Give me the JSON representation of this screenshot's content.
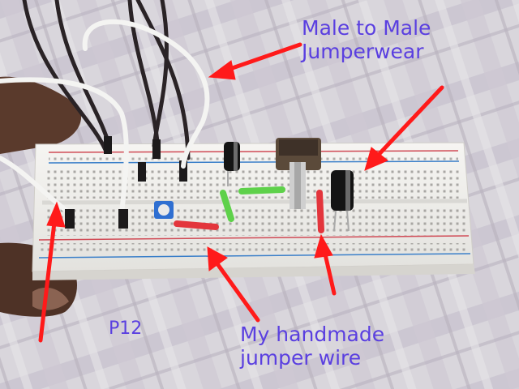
{
  "annotations": {
    "male_to_male_line1": "Male to Male",
    "male_to_male_line2": "Jumperwear",
    "handmade_line1": "My handmade",
    "handmade_line2": "jumper wire",
    "figure_id": "P12"
  },
  "colors": {
    "annotation_text": "#5a3fe0",
    "arrow": "#ff1a1a",
    "breadboard": "#f0efec",
    "rail_red": "#d04a55",
    "rail_blue": "#3a7fc9"
  }
}
